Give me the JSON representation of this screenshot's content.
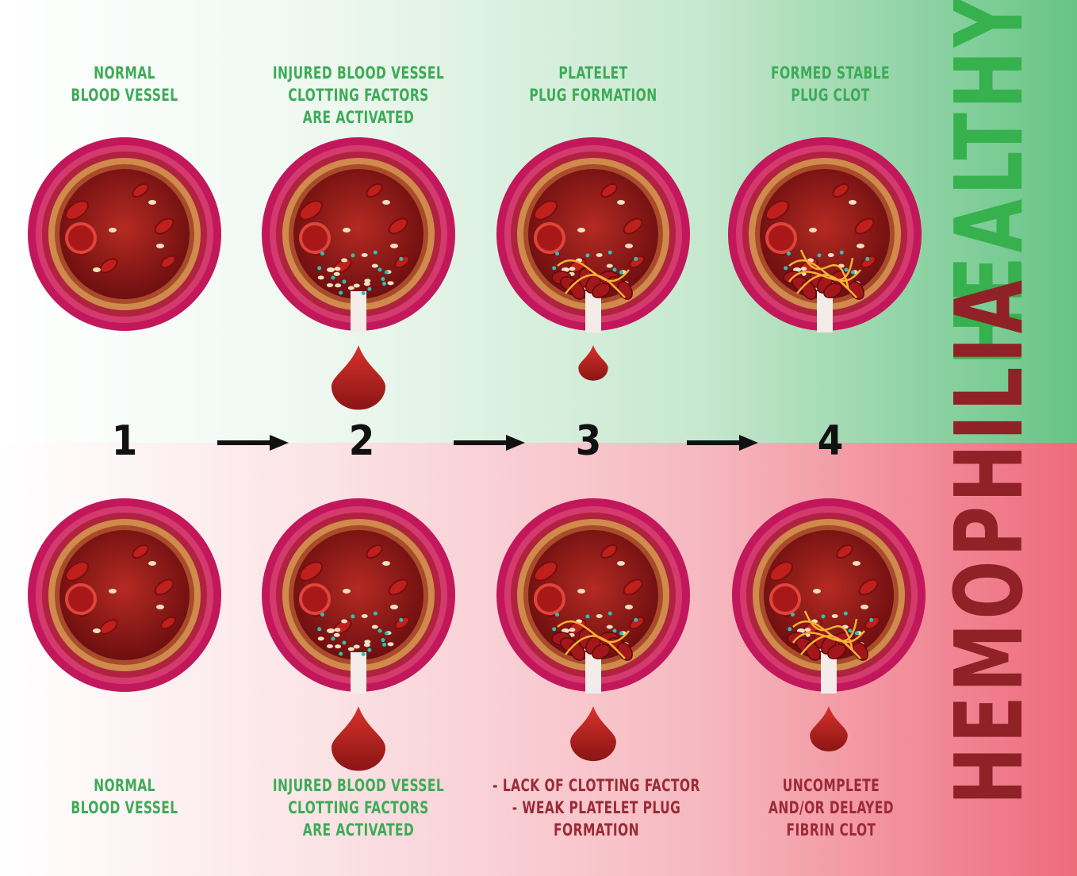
{
  "sections": {
    "healthy_label": "HEALTHY",
    "hemophilia_label": "HEMOPHILIA"
  },
  "steps": [
    "1",
    "2",
    "3",
    "4"
  ],
  "healthy_captions": [
    [
      "NORMAL",
      "BLOOD VESSEL"
    ],
    [
      "INJURED BLOOD VESSEL",
      "CLOTTING FACTORS",
      "ARE ACTIVATED"
    ],
    [
      "PLATELET",
      "PLUG FORMATION"
    ],
    [
      "FORMED STABLE",
      "PLUG CLOT"
    ]
  ],
  "hemophilia_captions": [
    [
      "NORMAL",
      "BLOOD VESSEL"
    ],
    [
      "INJURED BLOOD VESSEL",
      "CLOTTING FACTORS",
      "ARE ACTIVATED"
    ],
    [
      "- LACK OF CLOTTING FACTOR",
      "- WEAK PLATELET PLUG",
      "FORMATION"
    ],
    [
      "UNCOMPLETE",
      "AND/OR DELAYED",
      "FIBRIN CLOT"
    ]
  ],
  "colors": {
    "healthy_accent": "#36b14d",
    "hemophilia_accent": "#8f2127",
    "vessel_outer": "#c2185b",
    "vessel_wall": "#c98a4b",
    "blood": "#9b1b1b"
  }
}
